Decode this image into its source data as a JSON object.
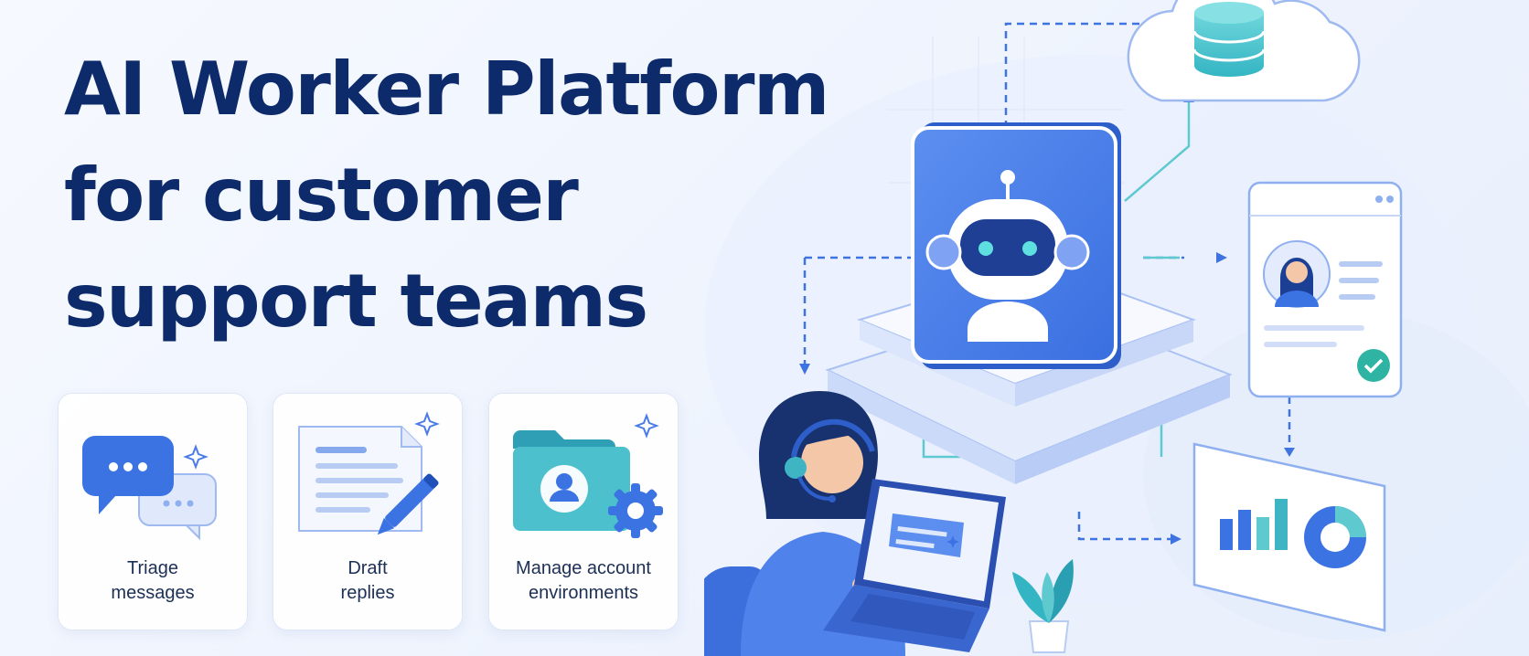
{
  "hero": {
    "title_lines": [
      "AI Worker Platform",
      "for customer",
      "support teams"
    ]
  },
  "features": [
    {
      "lines": [
        "Triage",
        "messages"
      ],
      "icon": "chat-bubbles-icon"
    },
    {
      "lines": [
        "Draft",
        "replies"
      ],
      "icon": "document-pencil-icon"
    },
    {
      "lines": [
        "Manage account",
        "environments"
      ],
      "icon": "folder-user-gear-icon"
    }
  ],
  "illustration": {
    "icons": [
      "cloud-database-icon",
      "robot-icon",
      "profile-window-icon",
      "analytics-dashboard-icon",
      "support-agent-icon",
      "laptop-icon",
      "plant-icon"
    ]
  },
  "colors": {
    "title": "#0d2a6b",
    "accent": "#3a6fe0",
    "teal": "#3fc2c9",
    "background": "#f1f5fe"
  }
}
